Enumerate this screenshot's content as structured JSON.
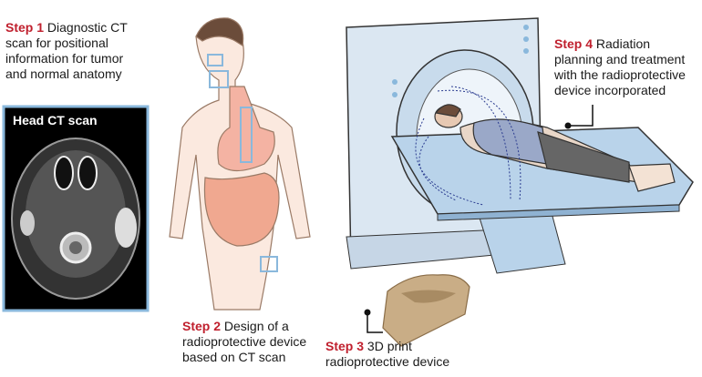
{
  "steps": [
    {
      "label": "Step 1",
      "lines": [
        "Diagnostic CT",
        "scan for positional",
        "information for tumor",
        "and normal anatomy"
      ]
    },
    {
      "label": "Step 2",
      "lines": [
        "Design of a",
        "radioprotective device",
        "based on CT scan"
      ]
    },
    {
      "label": "Step 3",
      "lines": [
        "3D print",
        "radioprotective device"
      ]
    },
    {
      "label": "Step 4",
      "lines": [
        "Radiation",
        "planning and treatment",
        "with the radioprotective",
        "device incorporated"
      ]
    }
  ],
  "ct_panel": {
    "title": "Head CT scan"
  },
  "colors": {
    "step": "#c0202e",
    "scanner": "#dbe7f2",
    "table": "#b9d3ea",
    "device": "#c9ad86",
    "frame": "#8ab8dc"
  }
}
